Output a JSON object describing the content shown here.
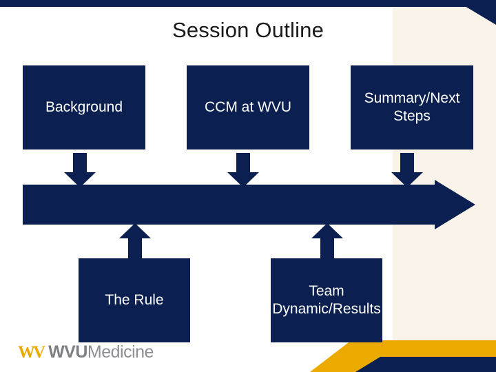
{
  "slide": {
    "title": "Session Outline",
    "colors": {
      "navy": "#0b2050",
      "gold": "#ecaa00",
      "cream": "#faf3ea",
      "gray": "#8d8f92"
    },
    "top_boxes": [
      {
        "label": "Background"
      },
      {
        "label": "CCM at WVU"
      },
      {
        "label": "Summary/Next Steps"
      }
    ],
    "bottom_boxes": [
      {
        "label": "The Rule"
      },
      {
        "label": "Team Dynamic/Results"
      }
    ],
    "arrows": {
      "down_count": 3,
      "up_count": 2,
      "bar": "right-pointing-process-arrow"
    }
  },
  "footer": {
    "logo_mark": "WV",
    "logo_wvu": "WVU",
    "logo_word": "Medicine"
  }
}
